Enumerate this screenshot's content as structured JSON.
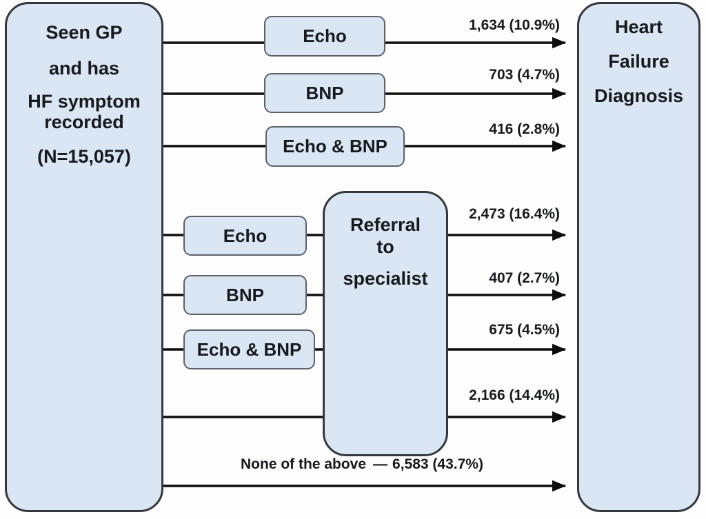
{
  "colors": {
    "box_fill": "#dae6f4",
    "box_border_dark": "#34373b",
    "box_border_light": "#5c6168",
    "arrow": "#0d0d0d",
    "text": "#17191d"
  },
  "source_box": {
    "lines": [
      "Seen GP",
      "and has",
      "HF symptom",
      "recorded",
      "(N=15,057)"
    ]
  },
  "outcome_box": {
    "lines": [
      "Heart",
      "Failure",
      "Diagnosis"
    ]
  },
  "referral_box": {
    "lines": [
      "Referral",
      "to",
      "specialist"
    ]
  },
  "direct_paths": [
    {
      "test": "Echo",
      "count": "1,634 (10.9%)"
    },
    {
      "test": "BNP",
      "count": "703 (4.7%)"
    },
    {
      "test": "Echo & BNP",
      "count": "416 (2.8%)"
    }
  ],
  "referral_paths": [
    {
      "test": "Echo",
      "count": "2,473 (16.4%)"
    },
    {
      "test": "BNP",
      "count": "407 (2.7%)"
    },
    {
      "test": "Echo & BNP",
      "count": "675 (4.5%)"
    },
    {
      "test": "",
      "count": "2,166 (14.4%)"
    }
  ],
  "none_path": {
    "label": "None of the above",
    "dash": "—",
    "count": "6,583 (43.7%)"
  }
}
